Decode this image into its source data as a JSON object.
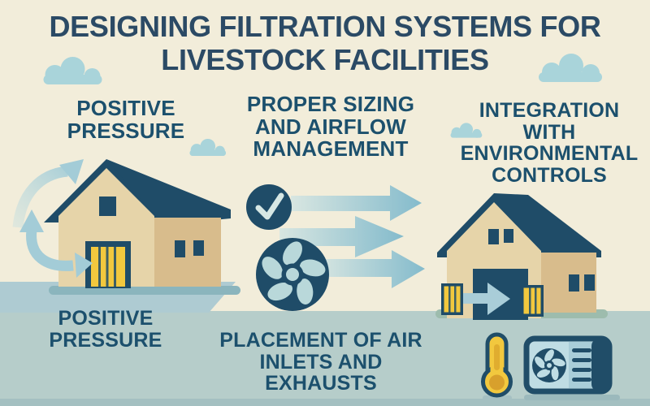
{
  "title": "DESIGNING FILTRATION SYSTEMS FOR\nLIVESTOCK FACILITIES",
  "sections": {
    "positive_pressure_top": "POSITIVE\nPRESSURE",
    "proper_sizing": "PROPER SIZING\nAND AIRFLOW\nMANAGEMENT",
    "integration": "INTEGRATION\nWITH\nENVIRONMENTAL\nCONTROLS",
    "positive_pressure_bottom": "POSITIVE\nPRESSURE",
    "placement": "PLACEMENT OF AIR\nINLETS AND\nEXHAUSTS"
  },
  "palette": {
    "background": "#f2edda",
    "ground": "#b6cdca",
    "ground_left_band": "#aecbd2",
    "heading_ink": "#1c506d",
    "title_ink": "#2b4a65",
    "roof_navy": "#1f4c68",
    "wall_beige": "#e6d4a9",
    "wall_beige_dark": "#d8bc8c",
    "door_yellow": "#f2c83e",
    "bulb_amber": "#d8a02c",
    "arrow_blue": "#9ac6d2",
    "cloud_blue": "#a9d4da"
  }
}
